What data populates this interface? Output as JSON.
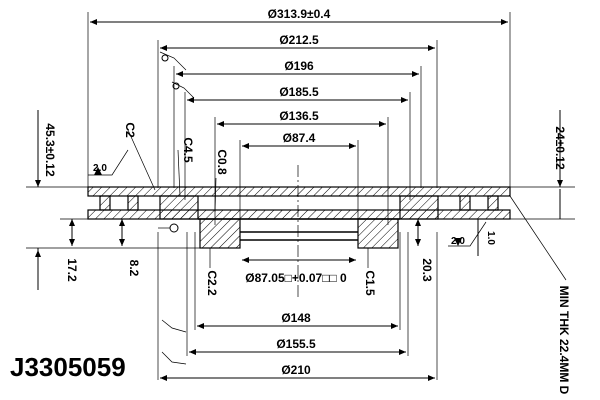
{
  "part_number": "J3305059",
  "min_thickness": "MIN THK 22.4MM D",
  "diameters": {
    "outer": "Ø313.9±0.4",
    "d212": "Ø212.5",
    "d196": "Ø196",
    "d185": "Ø185.5",
    "d136": "Ø136.5",
    "d87_4": "Ø87.4",
    "center_bore": "Ø87.05□+0.07□□ 0",
    "d148": "Ø148",
    "d155": "Ø155.5",
    "d210": "Ø210"
  },
  "heights": {
    "total": "45.3±0.12",
    "disc_thickness": "24±0.12",
    "h17": "17.2",
    "h8": "8.2",
    "h20": "20.3"
  },
  "chamfers": {
    "c2": "C2",
    "c4_5": "C4.5",
    "c0_8": "C0.8",
    "c2_2": "C2.2",
    "c1_5": "C1.5"
  },
  "tolerances": {
    "flat_left": "2.0",
    "flat_right": "2.0",
    "runout": "1.0"
  }
}
